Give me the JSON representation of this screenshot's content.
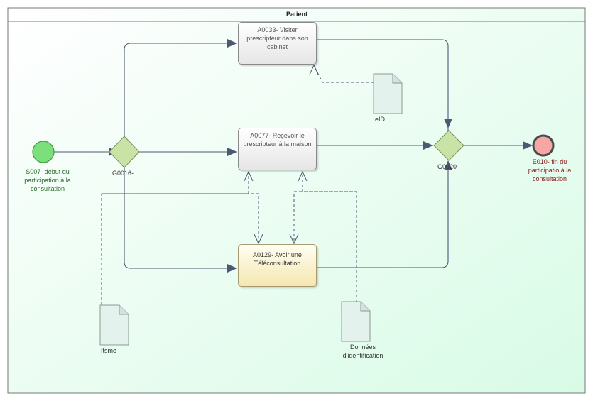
{
  "pool": {
    "title": "Patient"
  },
  "tasks": {
    "a0033": {
      "label": "A0033-  Visiter prescripteur dans son cabinet"
    },
    "a0077": {
      "label": "A0077-  Reçevoir le prescripteur à la maison"
    },
    "a0129": {
      "label": "A0129-  Avoir une Téléconsultation"
    }
  },
  "gateways": {
    "g0016": {
      "label": "G0016-"
    },
    "g0020": {
      "label": "G0020-"
    }
  },
  "events": {
    "start": {
      "label": "S007-  début du participation à la consultation"
    },
    "end": {
      "label": "E010-  fin du participatio à la consultation"
    }
  },
  "artifacts": {
    "eid": {
      "label": "eID"
    },
    "itsme": {
      "label": "Itsme"
    },
    "donnees": {
      "label": "Données d'identification"
    }
  },
  "colors": {
    "pool_fill": "#e9fcef",
    "start_fill": "#7be07b",
    "end_fill": "#f7a6a6",
    "gateway_fill": "#c9e3a6",
    "flow": "#4d5873",
    "doc_fill": "#e4f2ee"
  }
}
